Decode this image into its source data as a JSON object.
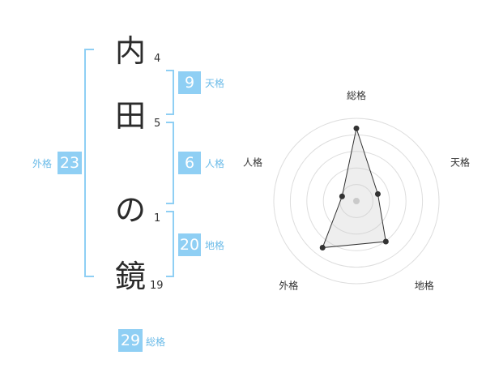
{
  "name": {
    "chars": [
      {
        "char": "内",
        "strokes": "4"
      },
      {
        "char": "田",
        "strokes": "5"
      },
      {
        "char": "の",
        "strokes": "1"
      },
      {
        "char": "鏡",
        "strokes": "19"
      }
    ]
  },
  "fortunes": {
    "tenkaku": {
      "value": "9",
      "label": "天格"
    },
    "jinkaku": {
      "value": "6",
      "label": "人格"
    },
    "chikaku": {
      "value": "20",
      "label": "地格"
    },
    "gaikaku": {
      "value": "23",
      "label": "外格"
    },
    "soukaku": {
      "value": "29",
      "label": "総格"
    }
  },
  "colors": {
    "accent": "#8fcff4",
    "label": "#6bbbe8"
  },
  "chart_data": {
    "type": "radar",
    "axes": [
      "総格",
      "天格",
      "地格",
      "外格",
      "人格"
    ],
    "values": [
      29,
      9,
      20,
      23,
      6
    ],
    "levels": 5,
    "grid": true
  }
}
